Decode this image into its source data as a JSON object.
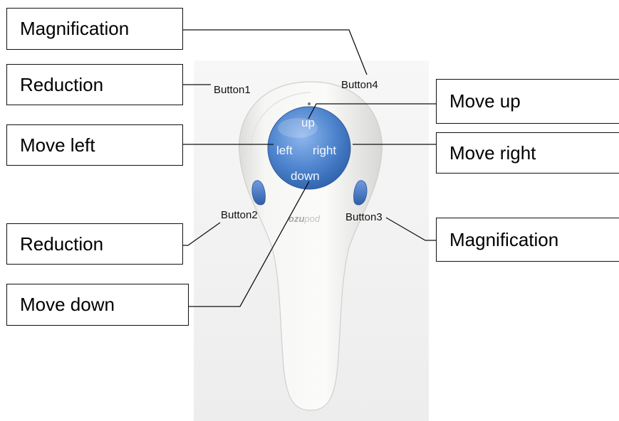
{
  "callouts": {
    "magnification_top": "Magnification",
    "reduction_top": "Reduction",
    "move_left": "Move left",
    "reduction_bottom": "Reduction",
    "move_down": "Move down",
    "move_up": "Move up",
    "move_right": "Move right",
    "magnification_right": "Magnification"
  },
  "device_labels": {
    "button1": "Button1",
    "button2": "Button2",
    "button3": "Button3",
    "button4": "Button4",
    "up": "up",
    "down": "down",
    "left": "left",
    "right": "right",
    "brand_logo": "ozupod"
  },
  "colors": {
    "ball_blue": "#4f86cf",
    "side_button_blue": "#3f72bf",
    "device_body": "#f3f3f1",
    "outline": "#111111"
  }
}
